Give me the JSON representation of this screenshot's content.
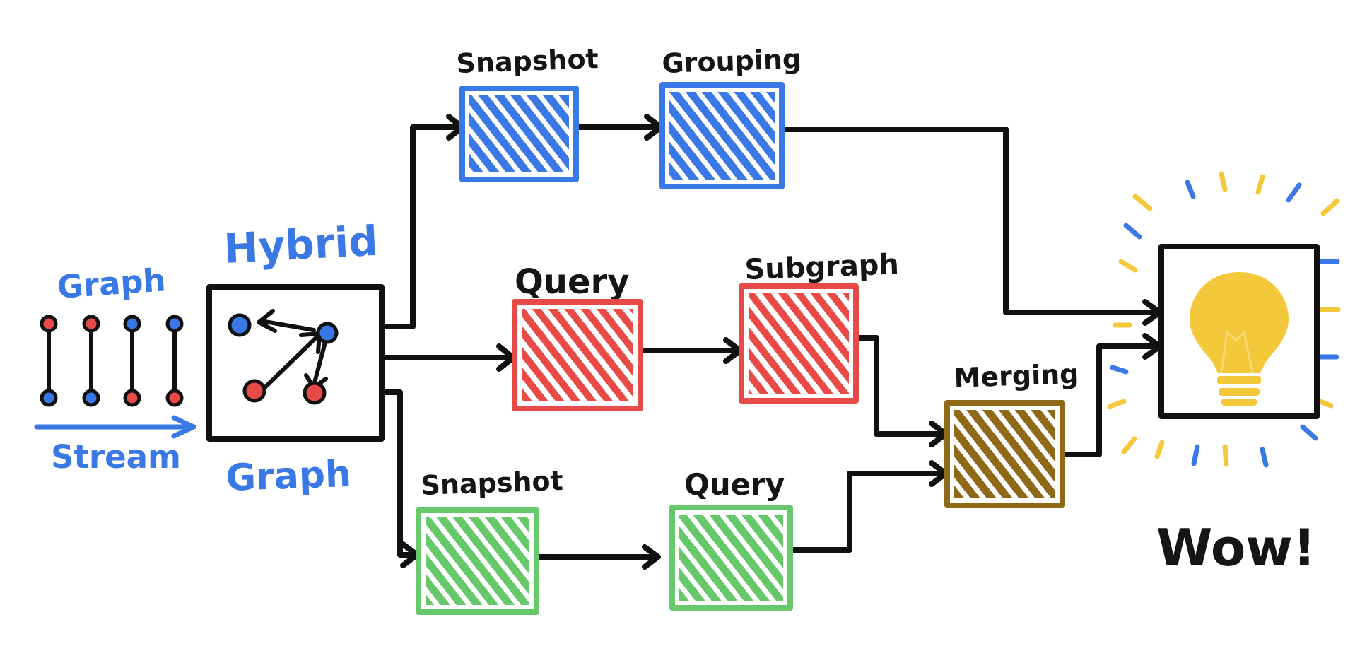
{
  "input": {
    "top_label": "Graph",
    "bottom_label": "Stream"
  },
  "hybrid": {
    "top_label": "Hybrid",
    "bottom_label": "Graph"
  },
  "blocks": {
    "snapshot_top": {
      "label": "Snapshot",
      "color": "#3a78e6"
    },
    "grouping": {
      "label": "Grouping",
      "color": "#3a78e6"
    },
    "query_mid": {
      "label": "Query",
      "color": "#e84b47"
    },
    "subgraph": {
      "label": "Subgraph",
      "color": "#e84b47"
    },
    "snapshot_bottom": {
      "label": "Snapshot",
      "color": "#66c86a"
    },
    "query_bottom": {
      "label": "Query",
      "color": "#66c86a"
    },
    "merging": {
      "label": "Merging",
      "color": "#8e6a18"
    }
  },
  "result": {
    "label": "Wow!",
    "bulb_color": "#f3c93b",
    "ray_colors": [
      "#3a78e6",
      "#f3c93b"
    ]
  }
}
